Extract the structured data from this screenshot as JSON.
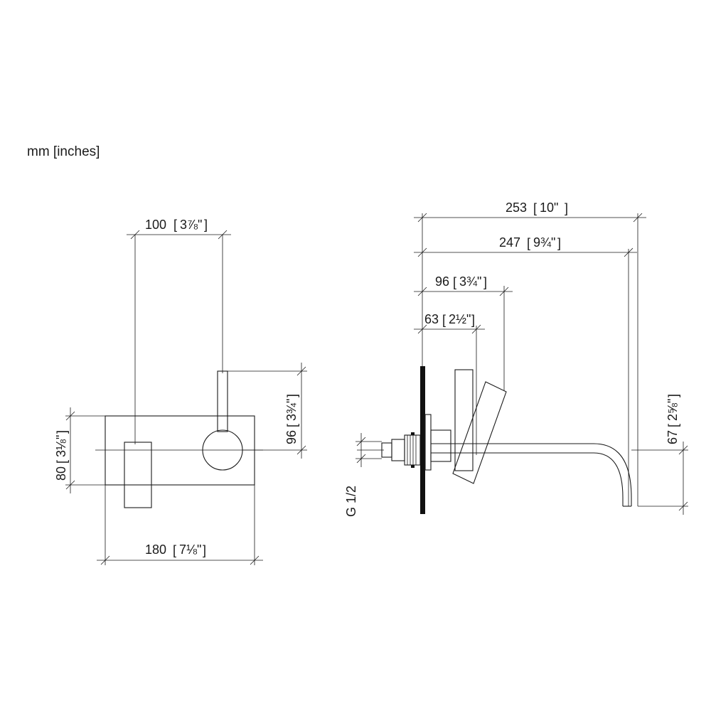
{
  "units_label": "mm [inches]",
  "front_view": {
    "width_top": {
      "mm": "100",
      "inch": "3⅞\""
    },
    "width_bottom": {
      "mm": "180",
      "inch": "7⅛\""
    },
    "height_left": {
      "mm": "80",
      "inch": "3⅛\""
    },
    "height_right": {
      "mm": "96",
      "inch": "3¾\""
    }
  },
  "side_view": {
    "overall": {
      "mm": "253",
      "inch": "10\""
    },
    "spout": {
      "mm": "247",
      "inch": "9¾\""
    },
    "lever": {
      "mm": "96",
      "inch": "3¾\""
    },
    "body": {
      "mm": "63",
      "inch": "2½\""
    },
    "height": {
      "mm": "67",
      "inch": "2⅝\""
    },
    "thread": "G 1/2"
  }
}
